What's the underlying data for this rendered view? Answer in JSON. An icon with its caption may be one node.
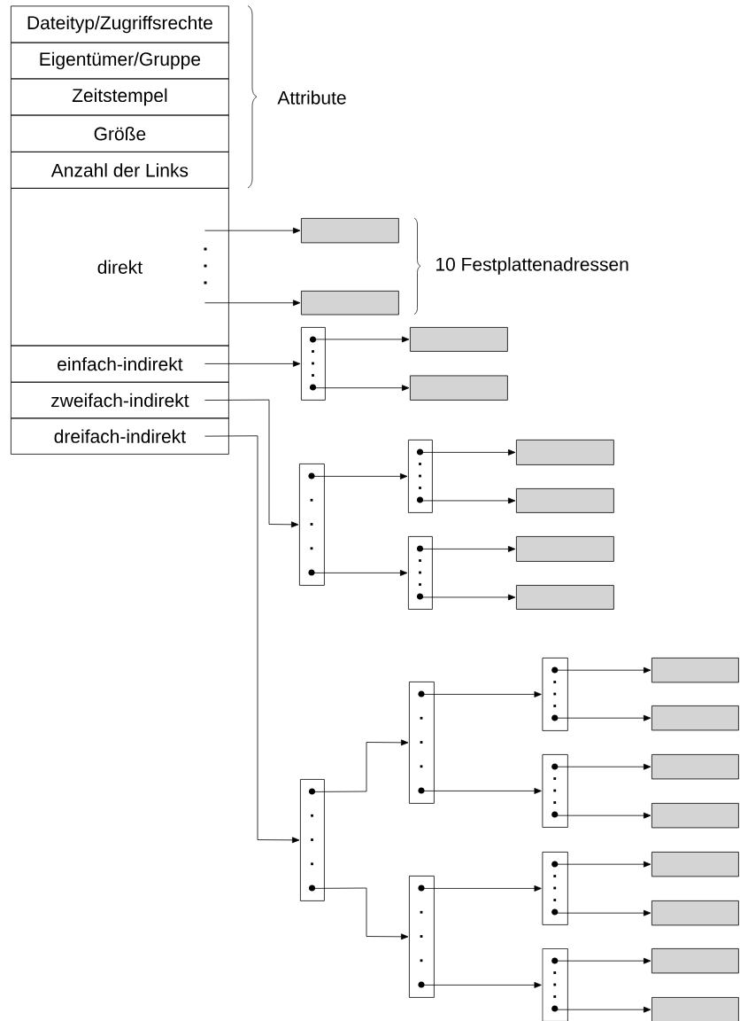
{
  "diagram": {
    "nodes": [
      {
        "text": [
          "Dateityp/Zugriffsrechte"
        ]
      },
      {
        "text": [
          "Eigentümer/Gruppe"
        ]
      },
      {
        "text": [
          "Zeitstempel"
        ]
      },
      {
        "text": [
          "Größe"
        ]
      },
      {
        "text": [
          "Anzahl der Links"
        ]
      },
      {
        "text": [
          "direkt"
        ]
      },
      {
        "text": [
          "einfach-indirekt"
        ]
      },
      {
        "text": [
          "zweifach-indirekt"
        ]
      },
      {
        "text": [
          "dreifach-indirekt"
        ]
      },
      {
        "text": [],
        "shape": "box"
      },
      {
        "text": [],
        "shape": "box"
      },
      {
        "text": [],
        "shape": "bar"
      },
      {
        "text": [],
        "shape": "box"
      },
      {
        "text": [],
        "shape": "box"
      },
      {
        "text": [],
        "shape": "bar"
      },
      {
        "text": [],
        "shape": "bar"
      },
      {
        "text": [],
        "shape": "bar"
      },
      {
        "text": [],
        "shape": "box"
      },
      {
        "text": [],
        "shape": "box"
      },
      {
        "text": [],
        "shape": "box"
      },
      {
        "text": [],
        "shape": "box"
      },
      {
        "text": [],
        "shape": "bar"
      },
      {
        "text": [],
        "shape": "bar"
      },
      {
        "text": [],
        "shape": "bar"
      },
      {
        "text": [],
        "shape": "bar"
      },
      {
        "text": [],
        "shape": "bar"
      },
      {
        "text": [],
        "shape": "bar"
      },
      {
        "text": [],
        "shape": "bar"
      },
      {
        "text": [],
        "shape": "box"
      },
      {
        "text": [],
        "shape": "box"
      },
      {
        "text": [],
        "shape": "box"
      },
      {
        "text": [],
        "shape": "box"
      },
      {
        "text": [],
        "shape": "box"
      },
      {
        "text": [],
        "shape": "box"
      },
      {
        "text": [],
        "shape": "box"
      },
      {
        "text": [],
        "shape": "box"
      }
    ],
    "edges": [
      {
        "from": 5,
        "to": 9,
        "arrow": "to"
      },
      {
        "from": 5,
        "to": 10,
        "arrow": "to"
      },
      {
        "from": 6,
        "to": 11,
        "arrow": "to"
      },
      {
        "from": 11,
        "to": 12,
        "arrow": "to"
      },
      {
        "from": 11,
        "to": 13,
        "arrow": "to"
      },
      {
        "from": 7,
        "to": 14,
        "arrow": "to"
      },
      {
        "from": 14,
        "to": 15,
        "arrow": "to"
      },
      {
        "from": 14,
        "to": 16,
        "arrow": "to"
      },
      {
        "from": 15,
        "to": 17,
        "arrow": "to"
      },
      {
        "from": 15,
        "to": 18,
        "arrow": "to"
      },
      {
        "from": 16,
        "to": 19,
        "arrow": "to"
      },
      {
        "from": 16,
        "to": 20,
        "arrow": "to"
      },
      {
        "from": 8,
        "to": 21,
        "arrow": "to"
      },
      {
        "from": 21,
        "to": 22,
        "arrow": "to"
      },
      {
        "from": 21,
        "to": 23,
        "arrow": "to"
      },
      {
        "from": 22,
        "to": 24,
        "arrow": "to"
      },
      {
        "from": 22,
        "to": 25,
        "arrow": "to"
      },
      {
        "from": 23,
        "to": 26,
        "arrow": "to"
      },
      {
        "from": 23,
        "to": 27,
        "arrow": "to"
      },
      {
        "from": 24,
        "to": 28,
        "arrow": "to"
      },
      {
        "from": 24,
        "to": 29,
        "arrow": "to"
      },
      {
        "from": 25,
        "to": 30,
        "arrow": "to"
      },
      {
        "from": 25,
        "to": 31,
        "arrow": "to"
      },
      {
        "from": 26,
        "to": 32,
        "arrow": "to"
      },
      {
        "from": 26,
        "to": 33,
        "arrow": "to"
      },
      {
        "from": 27,
        "to": 34,
        "arrow": "to"
      },
      {
        "from": 27,
        "to": 35,
        "arrow": "to"
      }
    ],
    "labels": [
      "Attribute",
      "10 Festplattenadressen"
    ]
  }
}
